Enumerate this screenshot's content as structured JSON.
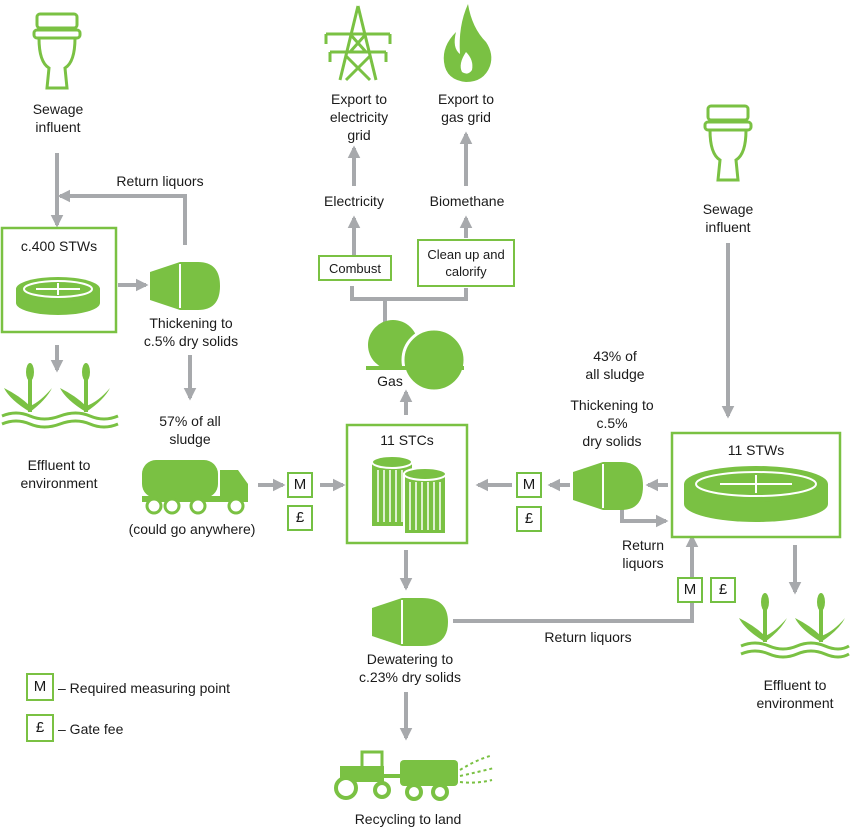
{
  "colors": {
    "accent": "#7ac143",
    "arrow": "#a7a9ac",
    "text": "#1a1a1a"
  },
  "left": {
    "influent": "Sewage\ninfluent",
    "stw": "c.400 STWs",
    "return_liquors": "Return liquors",
    "thickening": "Thickening to\nc.5% dry solids",
    "effluent": "Effluent to\nenvironment",
    "share": "57% of all\nsludge",
    "tanker": "(could go anywhere)"
  },
  "top": {
    "export_electricity": "Export to\nelectricity\ngrid",
    "export_gas": "Export to\ngas grid",
    "electricity": "Electricity",
    "biomethane": "Biomethane",
    "combust": "Combust",
    "cleanup": "Clean up and\ncalorify",
    "gas": "Gas"
  },
  "center": {
    "stc": "11 STCs",
    "dewatering": "Dewatering to\nc.23% dry solids",
    "recycling": "Recycling to land",
    "return_liquors": "Return liquors"
  },
  "right": {
    "influent": "Sewage\ninfluent",
    "stw": "11 STWs",
    "share": "43% of\nall sludge",
    "thickening": "Thickening to\nc.5%\ndry solids",
    "return_liquors": "Return\nliquors",
    "effluent": "Effluent to\nenvironment"
  },
  "badges": {
    "measure": "M",
    "fee": "£"
  },
  "legend": {
    "measure_symbol": "M",
    "measure_text": "– Required measuring point",
    "fee_symbol": "£",
    "fee_text": "– Gate fee"
  },
  "icons": [
    "toilet-icon",
    "circular-tank-icon",
    "thickener-cone-icon",
    "reed-bed-icon",
    "tanker-truck-icon",
    "pylon-icon",
    "flame-icon",
    "gas-holder-icon",
    "digester-tanks-icon",
    "tractor-icon"
  ]
}
